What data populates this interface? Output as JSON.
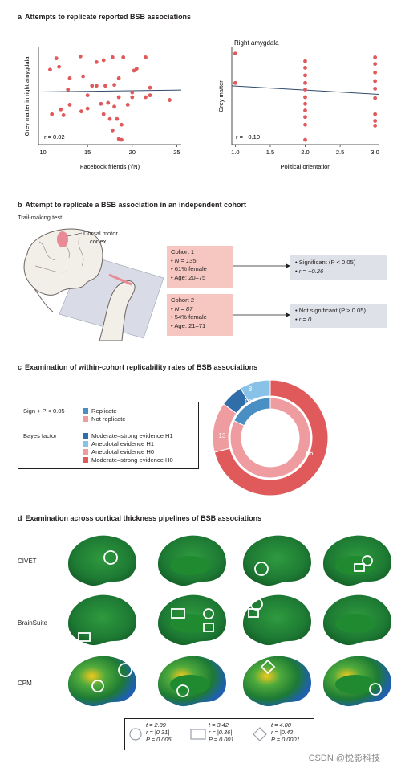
{
  "panel_a": {
    "letter": "a",
    "title": "Attempts to replicate reported BSB associations",
    "left": {
      "ylabel": "Grey matter in right amygdala",
      "xlabel": "Facebook friends (√N)",
      "annotation": "r = 0.02",
      "xticks": [
        "10",
        "15",
        "20",
        "25"
      ]
    },
    "right": {
      "title": "Right amygdala",
      "ylabel": "Grey matter",
      "xlabel": "Political orientation",
      "annotation": "r = −0.10",
      "xticks": [
        "1.0",
        "1.5",
        "2.0",
        "2.5",
        "3.0"
      ]
    }
  },
  "chart_data": [
    {
      "type": "scatter",
      "xlabel": "Facebook friends (√N)",
      "ylabel": "Grey matter in right amygdala",
      "xlim": [
        9.5,
        25.5
      ],
      "ylim": [
        0,
        10
      ],
      "annotation": "r = 0.02",
      "x": [
        11.5,
        11.8,
        10.8,
        13,
        14.2,
        14.5,
        16,
        16.8,
        17.8,
        18.5,
        19,
        15.5,
        20.2,
        20.5,
        21.5,
        22,
        12.8,
        12,
        15,
        16,
        17,
        18,
        20,
        21.5,
        13,
        15,
        16.5,
        17.3,
        18,
        18.5,
        19.5,
        20,
        22,
        24.2,
        11,
        12.3,
        14.3,
        16.8,
        17.5,
        18.3,
        18.8,
        17.8,
        18.5,
        18.8
      ],
      "y": [
        9.1,
        8.2,
        7.9,
        7,
        9.3,
        7.2,
        8.7,
        8.9,
        9.2,
        7,
        9.2,
        6.2,
        7.8,
        8,
        9.2,
        6,
        5.8,
        3.7,
        5.2,
        6.2,
        6.2,
        6.3,
        5.5,
        5,
        4.2,
        3.8,
        4.3,
        4.4,
        4,
        5,
        4.2,
        5,
        5.2,
        4.7,
        3.2,
        3.1,
        3.5,
        3.2,
        2.7,
        2.7,
        2.1,
        1.5,
        0.6,
        0.5
      ],
      "trend": [
        [
          9.5,
          5.55
        ],
        [
          25.5,
          5.75
        ]
      ]
    },
    {
      "type": "scatter",
      "title": "Right amygdala",
      "xlabel": "Political orientation",
      "ylabel": "Grey matter",
      "xlim": [
        0.95,
        3.05
      ],
      "ylim": [
        0,
        10
      ],
      "annotation": "r = −0.10",
      "x": [
        1,
        1,
        2,
        2,
        2,
        2,
        2,
        2,
        2,
        2,
        2,
        2,
        2,
        3,
        3,
        3,
        3,
        3,
        3,
        3,
        3,
        3
      ],
      "y": [
        9.6,
        6.5,
        8.8,
        8.1,
        7.3,
        6.5,
        5.8,
        5,
        4.3,
        3.6,
        2.9,
        2.1,
        0.5,
        9.2,
        8.5,
        7.6,
        6.7,
        5.9,
        4.9,
        3.2,
        2.5,
        2
      ],
      "trend": [
        [
          0.95,
          6.2
        ],
        [
          3.05,
          5.3
        ]
      ]
    },
    {
      "type": "pie",
      "title": "Examination of within-cohort replicability rates of BSB associations",
      "rings": [
        {
          "name": "Sign + P < 0.05",
          "labels": [
            "Replicate",
            "Not replicate"
          ],
          "values": [
            18,
            82
          ],
          "colors": [
            "#4a8fc4",
            "#ef9ca1"
          ]
        },
        {
          "name": "Bayes factor",
          "labels": [
            "Moderate–strong evidence H1",
            "Anecdotal evidence H1",
            "Anecdotal evidence H0",
            "Moderate–strong evidence H0"
          ],
          "values": [
            6,
            8,
            13,
            66
          ],
          "colors": [
            "#2f6ea8",
            "#89c2e8",
            "#ef9ca1",
            "#e0595b"
          ]
        }
      ]
    }
  ],
  "panel_b": {
    "letter": "b",
    "title": "Attempt to replicate a BSB association in an independent cohort",
    "test_label": "Trail-making test",
    "cortex_label_1": "Dorsal motor",
    "cortex_label_2": "cortex",
    "cohort1": {
      "name": "Cohort 1",
      "n": "N = 135",
      "female": "61% female",
      "age": "Age: 20–75"
    },
    "cohort2": {
      "name": "Cohort 2",
      "n": "N = 87",
      "female": "54% female",
      "age": "Age: 21–71"
    },
    "result1": {
      "line1": "Significant (P < 0.05)",
      "line2": "r = −0.26"
    },
    "result2": {
      "line1": "Not significant (P > 0.05)",
      "line2": "r = 0"
    }
  },
  "panel_c": {
    "letter": "c",
    "title": "Examination of within-cohort replicability rates of BSB associations",
    "sign_label": "Sign + P < 0.05",
    "bayes_label": "Bayes factor",
    "legend": [
      {
        "label": "Replicate",
        "color": "#4a8fc4"
      },
      {
        "label": "Not replicate",
        "color": "#ef9ca1"
      },
      {
        "label": "Moderate–strong evidence H1",
        "color": "#2f6ea8"
      },
      {
        "label": "Anecdotal evidence H1",
        "color": "#89c2e8"
      },
      {
        "label": "Anecdotal evidence H0",
        "color": "#ef9ca1"
      },
      {
        "label": "Moderate–strong evidence H0",
        "color": "#e0595b"
      }
    ],
    "inner_labels": {
      "replicate": "18",
      "not_replicate": "82"
    },
    "outer_labels": {
      "h1_strong": "6",
      "h1_anec": "8",
      "h0_anec": "13",
      "h0_strong": "66"
    }
  },
  "panel_d": {
    "letter": "d",
    "title": "Examination across cortical thickness pipelines of BSB associations",
    "rows": [
      "CIVET",
      "BrainSuite",
      "CPM"
    ],
    "legend": {
      "circle": {
        "t": "t = 2.89",
        "r": "r = |0.31|",
        "p": "P = 0.005"
      },
      "square": {
        "t": "t = 3.42",
        "r": "r = |0.36|",
        "p": "P = 0.001"
      },
      "diamond": {
        "t": "t = 4.00",
        "r": "r = |0.42|",
        "p": "P = 0.0001"
      }
    }
  },
  "watermark": "CSDN @悦影科技",
  "colors": {
    "dot": "#e0595b",
    "line": "#2f4a6b",
    "cohort_box": "#f5c7c0",
    "result_box": "#dfe1e8",
    "brain_green": "#1f7a3a"
  }
}
